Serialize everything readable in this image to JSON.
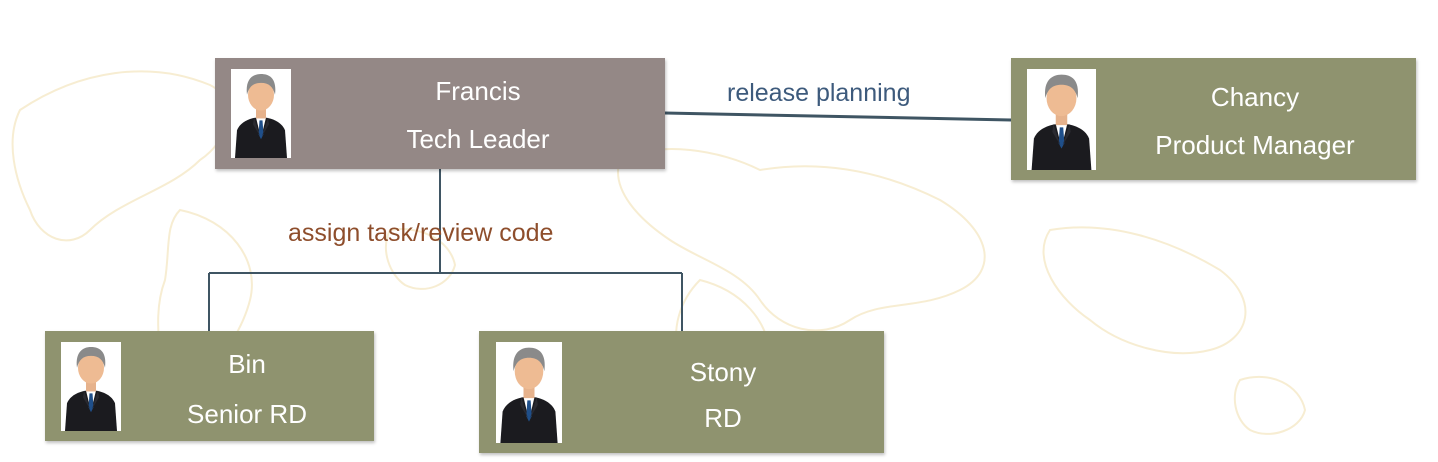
{
  "colors": {
    "leader_card": "#948886",
    "member_card": "#8f936f",
    "connector": "#3f5563",
    "assign_label": "#8e4e2c",
    "release_label": "#3d5a7c",
    "map_watermark": "#f7edd2"
  },
  "people": {
    "francis": {
      "name": "Francis",
      "role": "Tech Leader",
      "avatar_icon": "businessman-avatar-icon"
    },
    "chancy": {
      "name": "Chancy",
      "role": "Product Manager",
      "avatar_icon": "businessman-avatar-icon"
    },
    "bin": {
      "name": "Bin",
      "role": "Senior RD",
      "avatar_icon": "businessman-avatar-icon"
    },
    "stony": {
      "name": "Stony",
      "role": "RD",
      "avatar_icon": "businessman-avatar-icon"
    }
  },
  "edges": {
    "assign": {
      "label": "assign task/review code",
      "from": "Francis",
      "to": [
        "Bin",
        "Stony"
      ]
    },
    "release": {
      "label": "release planning",
      "from": "Francis",
      "to": "Chancy"
    }
  }
}
